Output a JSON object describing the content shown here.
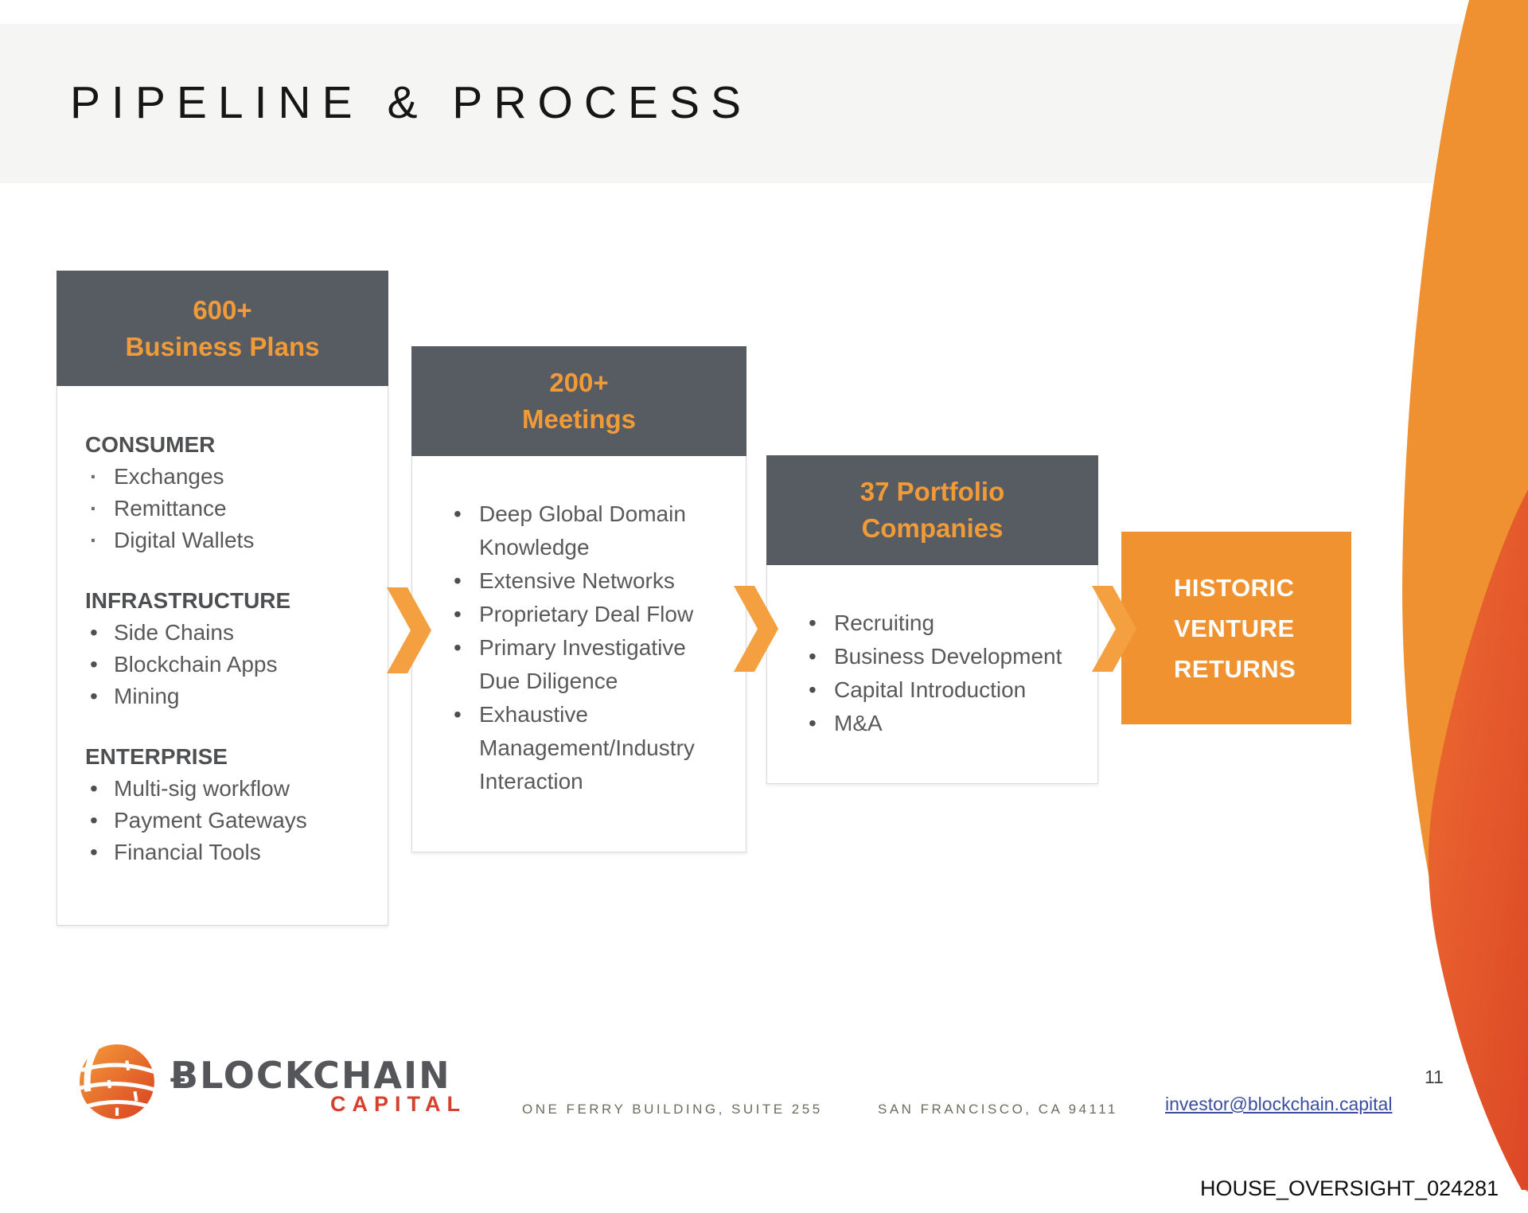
{
  "slide": {
    "title": "PIPELINE & PROCESS"
  },
  "pipeline": {
    "boxes": [
      {
        "header_line1": "600+",
        "header_line2": "Business Plans",
        "sections": [
          {
            "title": "CONSUMER",
            "items": [
              "Exchanges",
              "Remittance",
              "Digital Wallets"
            ]
          },
          {
            "title": "INFRASTRUCTURE",
            "items": [
              "Side Chains",
              "Blockchain Apps",
              "Mining"
            ]
          },
          {
            "title": "ENTERPRISE",
            "items": [
              "Multi-sig workflow",
              "Payment Gateways",
              "Financial Tools"
            ]
          }
        ]
      },
      {
        "header_line1": "200+",
        "header_line2": "Meetings",
        "items": [
          "Deep Global Domain Knowledge",
          "Extensive Networks",
          "Proprietary Deal Flow",
          "Primary Investigative Due Diligence",
          "Exhaustive Management/Industry Interaction"
        ]
      },
      {
        "header_line1": "37 Portfolio",
        "header_line2": "Companies",
        "items": [
          "Recruiting",
          "Business Development",
          "Capital Introduction",
          "M&A"
        ]
      }
    ],
    "result_box": {
      "line1": "HISTORIC",
      "line2": "VENTURE",
      "line3": "RETURNS"
    }
  },
  "footer": {
    "logo": {
      "brand_initial": "Ƀ",
      "brand_rest": "LOCKCHAIN",
      "sub": "CAPITAL"
    },
    "address1": "ONE FERRY BUILDING, SUITE 255",
    "address2": "SAN FRANCISCO, CA 94111",
    "email": "investor@blockchain.capital",
    "page_number": "11"
  },
  "watermark": "HOUSE_OVERSIGHT_024281",
  "colors": {
    "header_gray": "#575c63",
    "accent_orange": "#f0922f",
    "header_text_orange": "#f09b38",
    "chevron_orange": "#f4a041",
    "swoosh_light": "#ef9031",
    "swoosh_dark_start": "#ec6c31",
    "swoosh_dark_end": "#dd4726",
    "link_blue": "#3a4da0",
    "logo_red": "#d6402c",
    "body_text": "#58595b"
  }
}
